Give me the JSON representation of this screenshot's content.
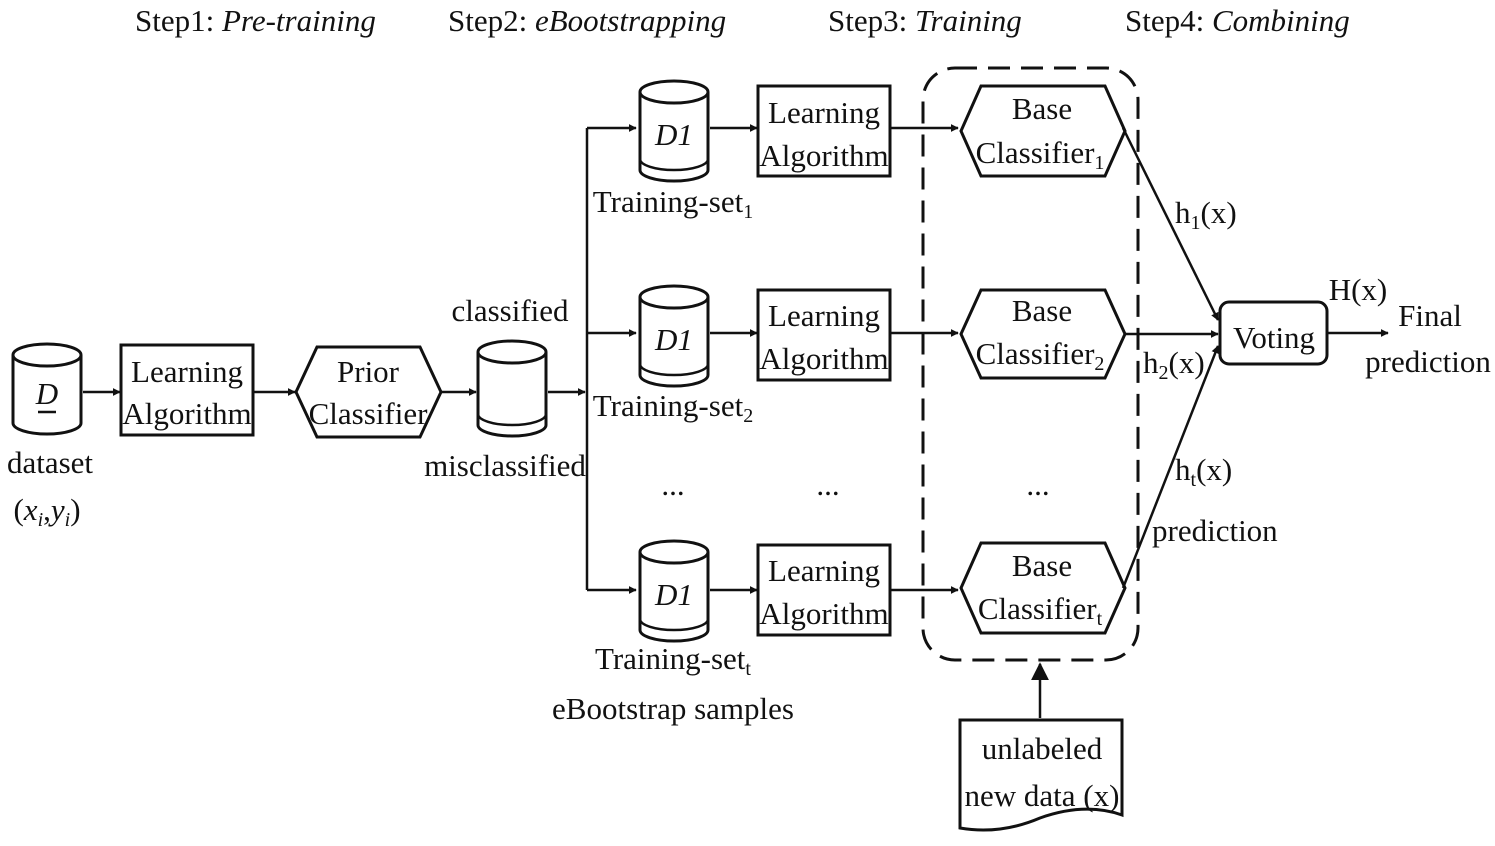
{
  "steps": [
    {
      "prefix": "Step1: ",
      "name": "Pre-training"
    },
    {
      "prefix": "Step2: ",
      "name": "eBootstrapping"
    },
    {
      "prefix": "Step3: ",
      "name": "Training"
    },
    {
      "prefix": "Step4: ",
      "name": "Combining"
    }
  ],
  "dataset": {
    "symbol": "D",
    "label": "dataset",
    "tuple": {
      "open": "(",
      "x": "x",
      "x_sub": "i",
      "comma": ",",
      "y": "y",
      "y_sub": "i",
      "close": ")"
    }
  },
  "learning_algorithm": [
    "Learning",
    "Algorithm"
  ],
  "prior_classifier": [
    "Prior",
    "Classifier"
  ],
  "classified_label": "classified",
  "misclassified_label": "misclassified",
  "training_sets": [
    {
      "symbol": "D1",
      "label": "Training-set",
      "sub": "1"
    },
    {
      "symbol": "D1",
      "label": "Training-set",
      "sub": "2"
    },
    {
      "symbol": "D1",
      "label": "Training-set",
      "sub": "t"
    }
  ],
  "ellipsis": "...",
  "ebootstrap_samples": "eBootstrap samples",
  "base_classifiers": [
    {
      "line1": "Base",
      "line2": "Classifier",
      "sub": "1"
    },
    {
      "line1": "Base",
      "line2": "Classifier",
      "sub": "2"
    },
    {
      "line1": "Base",
      "line2": "Classifier",
      "sub": "t"
    }
  ],
  "hypotheses": [
    {
      "h": "h",
      "sub": "1",
      "arg": "(x)"
    },
    {
      "h": "h",
      "sub": "2",
      "arg": "(x)"
    },
    {
      "h": "h",
      "sub": "t",
      "arg": "(x)"
    }
  ],
  "prediction_label": "prediction",
  "voting": "Voting",
  "combined_output": "H(x)",
  "final_prediction": [
    "Final",
    "prediction"
  ],
  "unlabeled_data": [
    "unlabeled",
    "new data (x)"
  ]
}
